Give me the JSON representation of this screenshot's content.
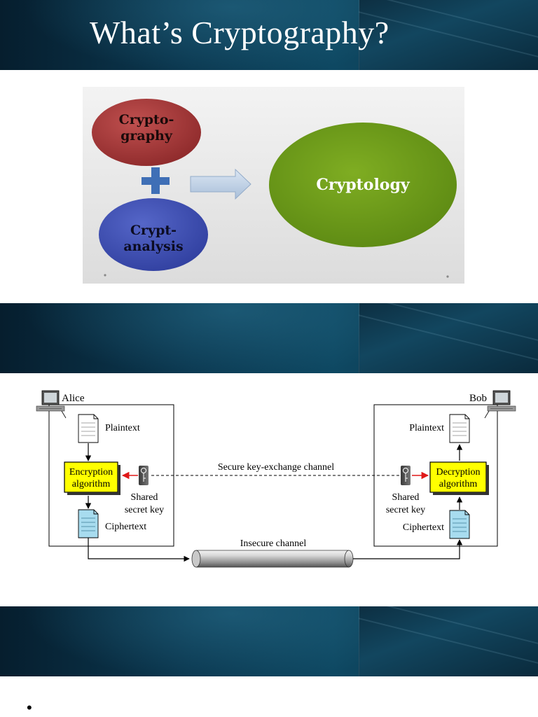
{
  "slide1": {
    "title": "What’s Cryptography?",
    "diagram": {
      "left_top": [
        "Crypto-",
        "graphy"
      ],
      "left_bottom": [
        "Crypt-",
        "analysis"
      ],
      "result": "Cryptology"
    }
  },
  "slide2": {
    "title": "",
    "diagram": {
      "sender": "Alice",
      "receiver": "Bob",
      "sender_plaintext": "Plaintext",
      "receiver_plaintext": "Plaintext",
      "encryption": [
        "Encryption",
        "algorithm"
      ],
      "decryption": [
        "Decryption",
        "algorithm"
      ],
      "secure_channel": "Secure key-exchange channel",
      "sender_key": [
        "Shared",
        "secret key"
      ],
      "receiver_key": [
        "Shared",
        "secret key"
      ],
      "sender_ciphertext": "Ciphertext",
      "receiver_ciphertext": "Ciphertext",
      "insecure_channel": "Insecure channel"
    }
  },
  "slide3": {
    "title": "",
    "bullets": [
      ""
    ]
  },
  "colors": {
    "banner": "#0b3850",
    "cryptography_circle": "#a4393a",
    "cryptanalysis_circle": "#4554b4",
    "cryptology_circle": "#6e9a1a",
    "plus": "#3f6fb6",
    "algorithm_box": "#ffff00",
    "ciphertext_doc": "#a8dcef",
    "key_arrow": "#e01818"
  }
}
